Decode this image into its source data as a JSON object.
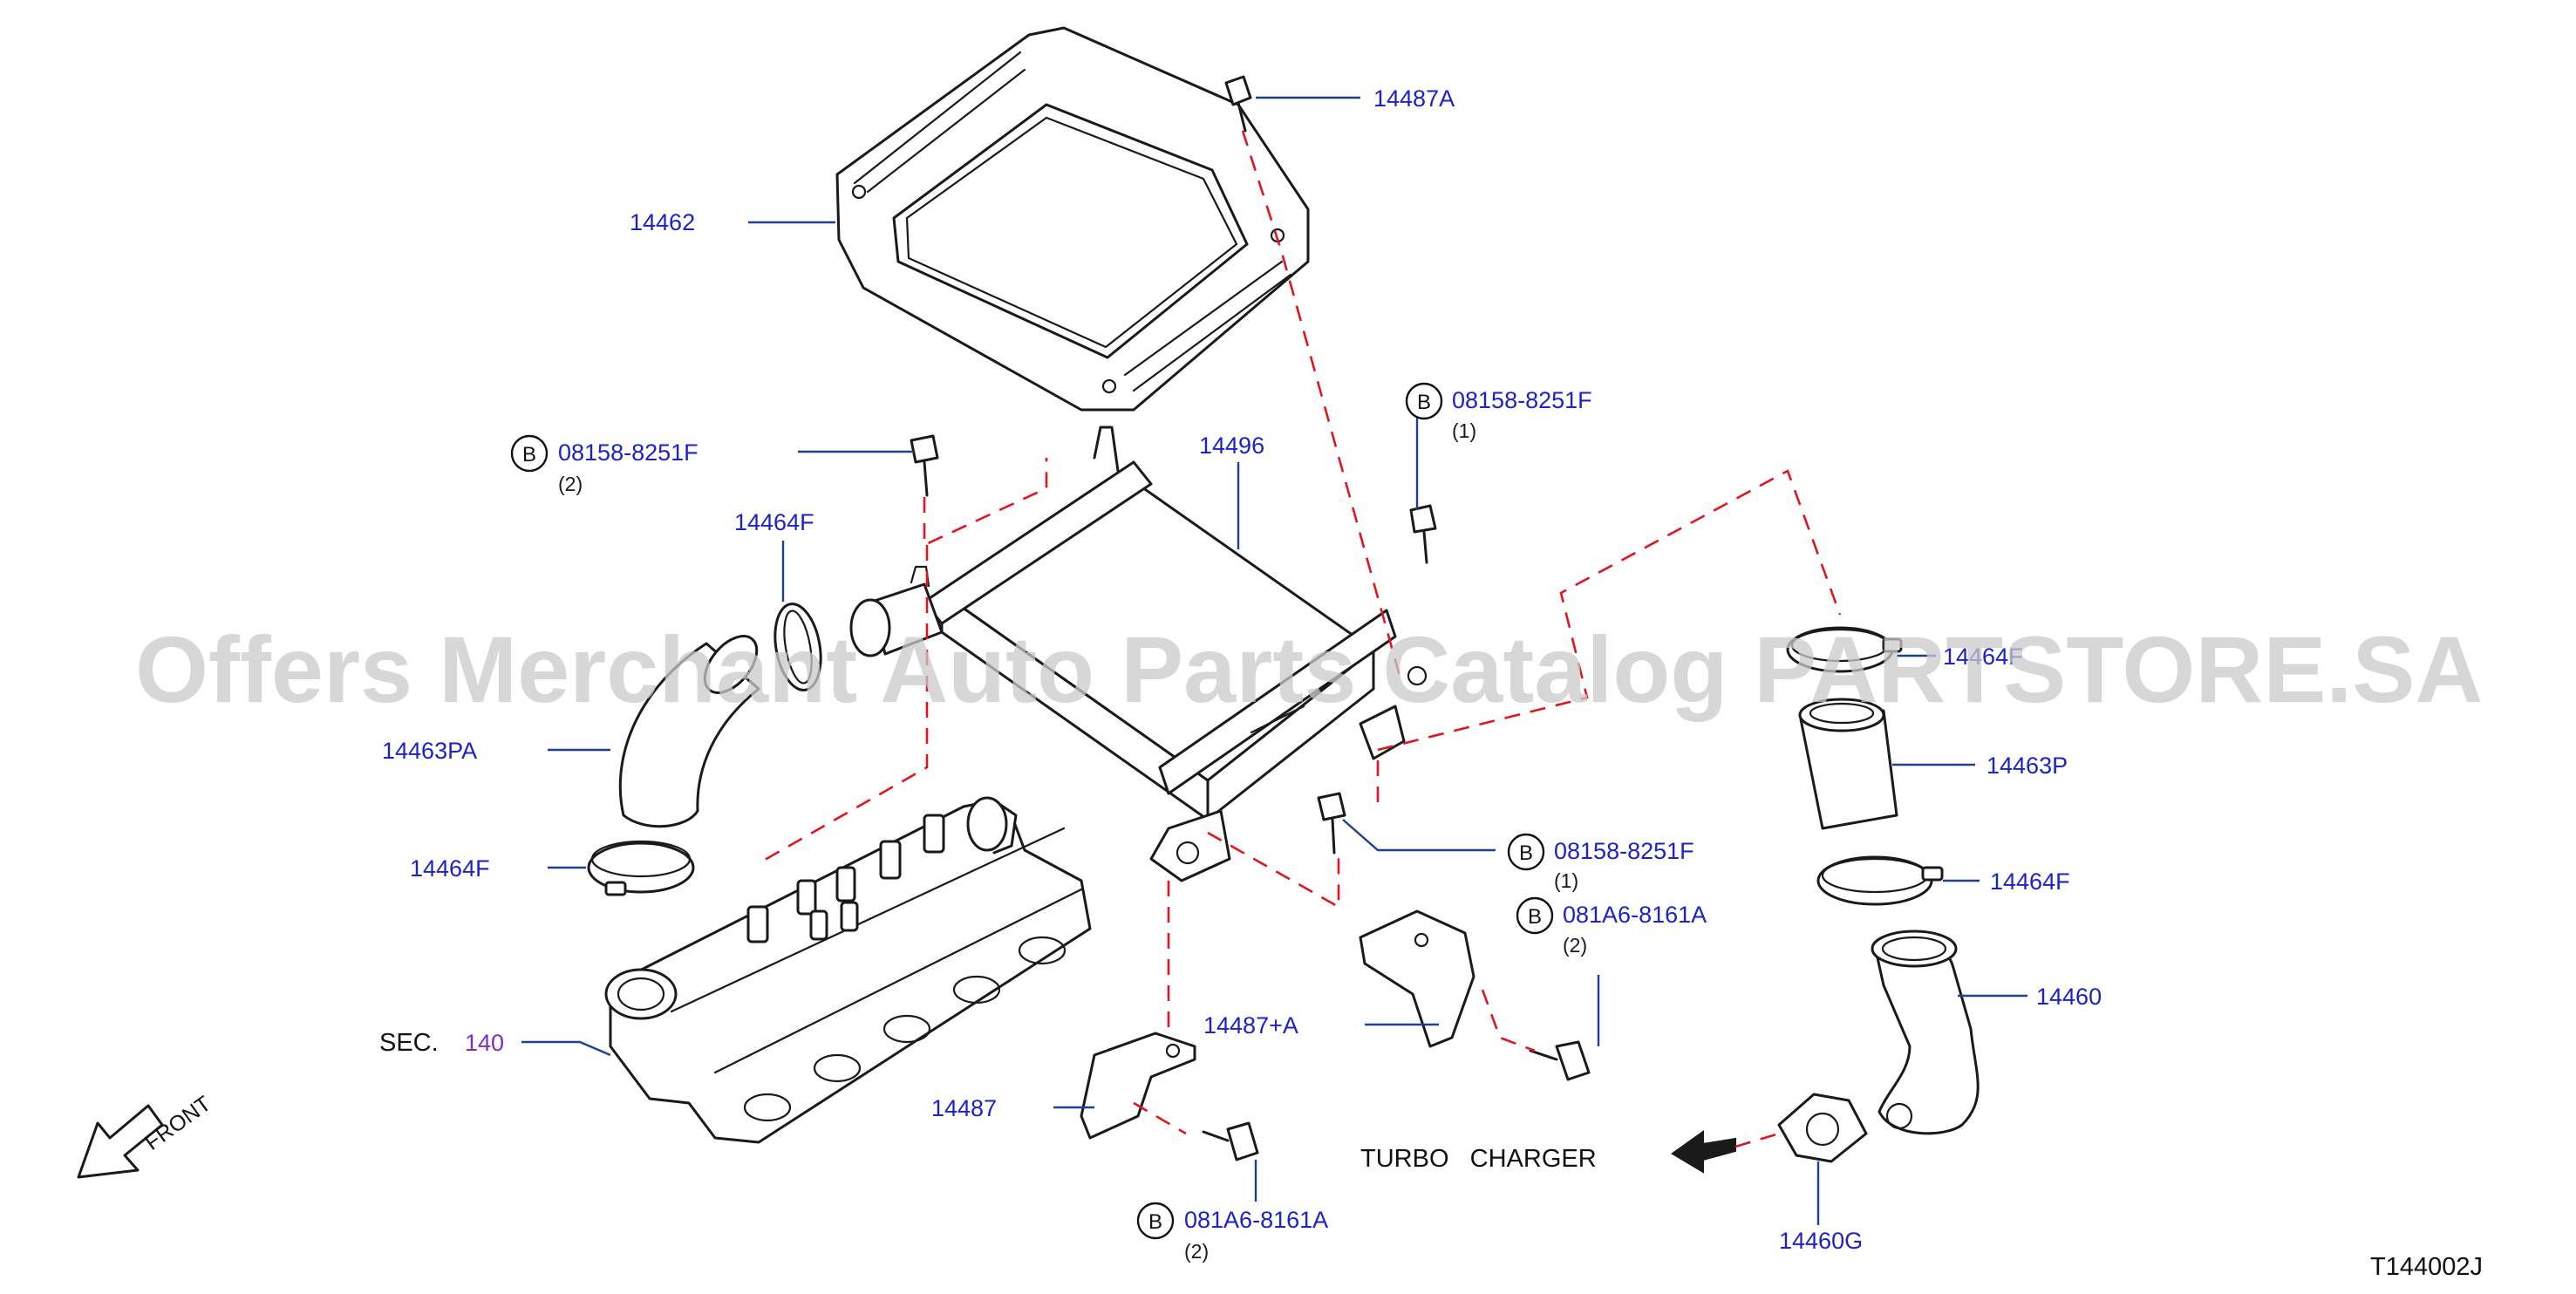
{
  "callouts": {
    "p14487A": "14487A",
    "p14462": "14462",
    "p14496": "14496",
    "p08158_left": "08158-8251F",
    "p08158_left_qty": "(2)",
    "p08158_right": "08158-8251F",
    "p08158_right_qty": "(1)",
    "p14464F_left_upper": "14464F",
    "p14463PA": "14463PA",
    "p14464F_left_lower": "14464F",
    "p14464F_right_upper": "14464F",
    "p14463P": "14463P",
    "p08158_mid": "08158-8251F",
    "p08158_mid_qty": "(1)",
    "p081A6_right": "081A6-8161A",
    "p081A6_right_qty": "(2)",
    "p14464F_right_lower": "14464F",
    "p14460": "14460",
    "p14487plusA": "14487+A",
    "p14487": "14487",
    "p081A6_bottom": "081A6-8161A",
    "p081A6_bottom_qty": "(2)",
    "p14460G": "14460G"
  },
  "bolt_marker_letter": "B",
  "sec_label": "SEC.",
  "sec_number": "140",
  "front_label": "FRONT",
  "turbo_label": "TURBO   CHARGER",
  "diagram_code": "T144002J",
  "watermark": "Offers Merchant Auto Parts Catalog PARTSTORE.SA",
  "colors": {
    "callout_text": "#1c22c8",
    "leader_line": "#1f3f8f",
    "dashed_line": "#e0161e",
    "sec_number": "#7a2fc0"
  }
}
